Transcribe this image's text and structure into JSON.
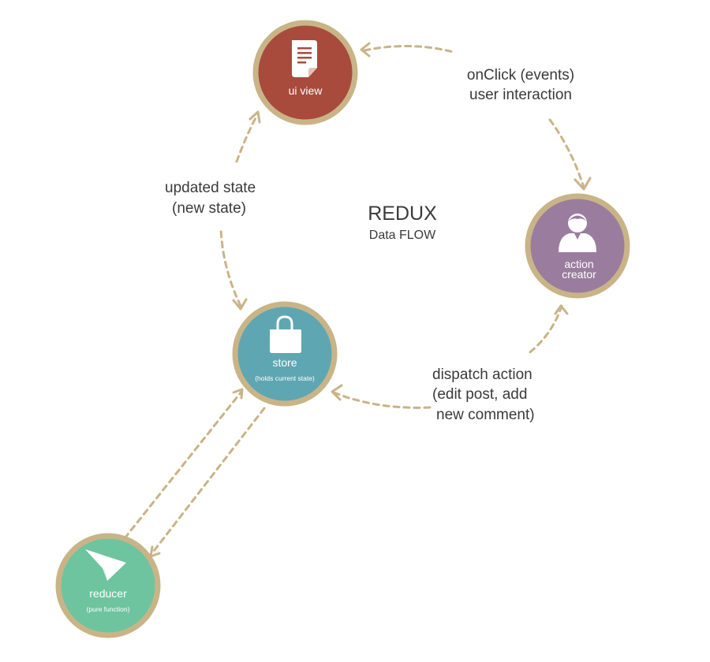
{
  "diagram": {
    "title": "REDUX",
    "subtitle": "Data FLOW",
    "ring_color": "#c9b487",
    "nodes": {
      "ui_view": {
        "label": "ui view",
        "color": "#a84b3c",
        "icon": "document-icon"
      },
      "action_creator": {
        "label_line1": "action",
        "label_line2": "creator",
        "color": "#9a7d9e",
        "icon": "user-icon"
      },
      "store": {
        "label": "store",
        "sublabel": "(holds current state)",
        "color": "#5fa6b3",
        "icon": "shopping-bag-icon"
      },
      "reducer": {
        "label": "reducer",
        "sublabel": "(pure function)",
        "color": "#6fc4a0",
        "icon": "paper-plane-icon"
      }
    },
    "edges": {
      "onclick": {
        "line1": "onClick (events)",
        "line2": "user interaction"
      },
      "dispatch": {
        "line1": "dispatch action",
        "line2": "(edit post, add",
        "line3": "new comment)"
      },
      "updated": {
        "line1": "updated state",
        "line2": "(new state)"
      }
    }
  }
}
